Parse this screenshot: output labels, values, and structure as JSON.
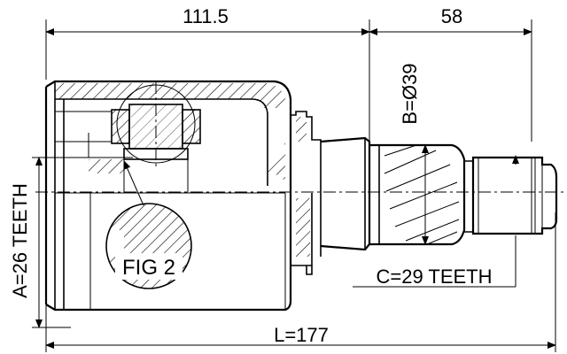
{
  "dimensions": {
    "length_a": "111.5",
    "length_b": "58",
    "total_length": "L=177",
    "diameter": "B=Ø39",
    "outer_teeth": "A=26 TEETH",
    "inner_teeth": "C=29 TEETH"
  },
  "figure_label": "FIG 2"
}
